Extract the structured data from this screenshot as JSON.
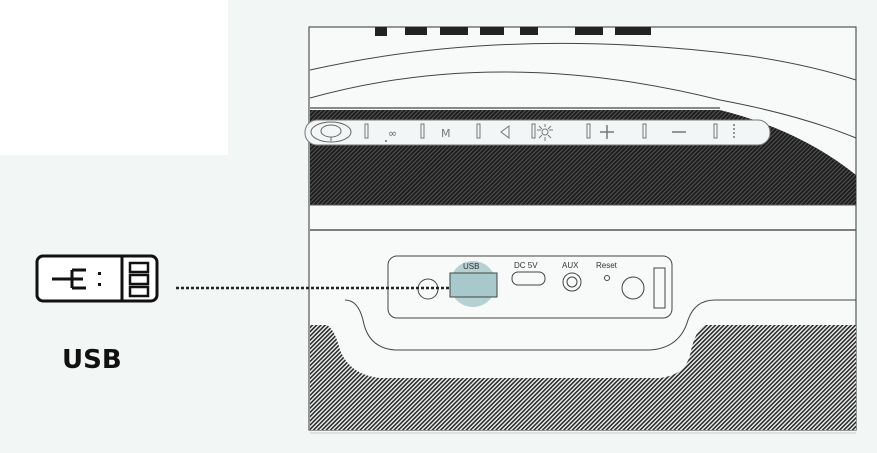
{
  "caption": "USB",
  "panel_labels": {
    "usb": "USB",
    "dc": "DC 5V",
    "aux": "AUX",
    "reset": "Reset"
  },
  "control_bar_icons": [
    "power-icon",
    "bluetooth-link-icon",
    "mode-w-icon",
    "play-icon",
    "light-icon",
    "plus-icon",
    "minus-icon",
    "battery-indicator-icon"
  ],
  "colors": {
    "highlight": "#9fc3c6",
    "grille": "#2a2a2a",
    "line": "#444444",
    "background": "#f2f6f5"
  }
}
